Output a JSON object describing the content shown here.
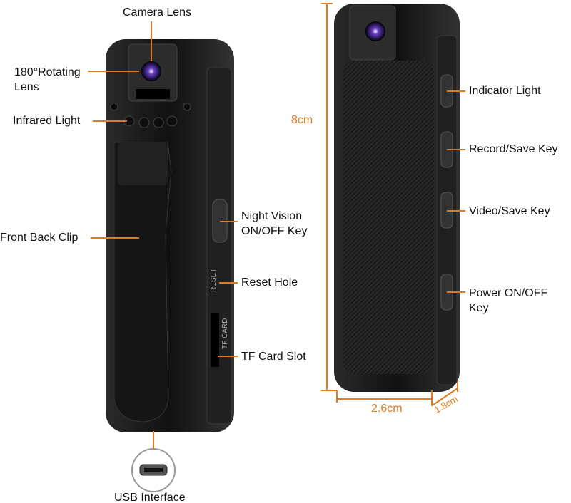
{
  "colors": {
    "accent": "#e07a1f",
    "device": "#1a1a1a",
    "lens": "#6a3fc0"
  },
  "labels": {
    "camera_lens": "Camera Lens",
    "rotating_lens_1": "180°Rotating",
    "rotating_lens_2": "Lens",
    "infrared_light": "Infrared Light",
    "front_back_clip": "Front Back Clip",
    "night_vision_1": "Night Vision",
    "night_vision_2": "ON/OFF Key",
    "reset_hole": "Reset Hole",
    "tf_card_slot": "TF Card Slot",
    "usb_interface": "USB Interface",
    "indicator_light": "Indicator Light",
    "record_save_key": "Record/Save Key",
    "video_save_key": "Video/Save Key",
    "power_1": "Power ON/OFF",
    "power_2": "Key"
  },
  "device_print": {
    "reset": "RESET",
    "tf_card": "TF CARD"
  },
  "dimensions": {
    "height": "8cm",
    "width": "2.6cm",
    "depth": "1.8cm"
  }
}
